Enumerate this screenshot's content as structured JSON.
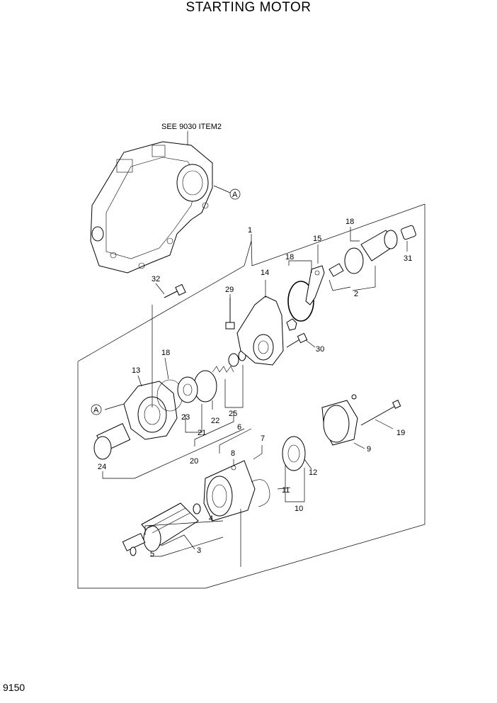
{
  "title": "STARTING MOTOR",
  "page_number": "9150",
  "note": "SEE 9030 ITEM2",
  "view_marker": "A",
  "callouts": [
    "1",
    "2",
    "3",
    "4",
    "5",
    "6",
    "7",
    "8",
    "9",
    "10",
    "11",
    "12",
    "13",
    "14",
    "15",
    "18",
    "18",
    "18",
    "19",
    "20",
    "21",
    "22",
    "23",
    "24",
    "25",
    "29",
    "30",
    "31",
    "32"
  ]
}
